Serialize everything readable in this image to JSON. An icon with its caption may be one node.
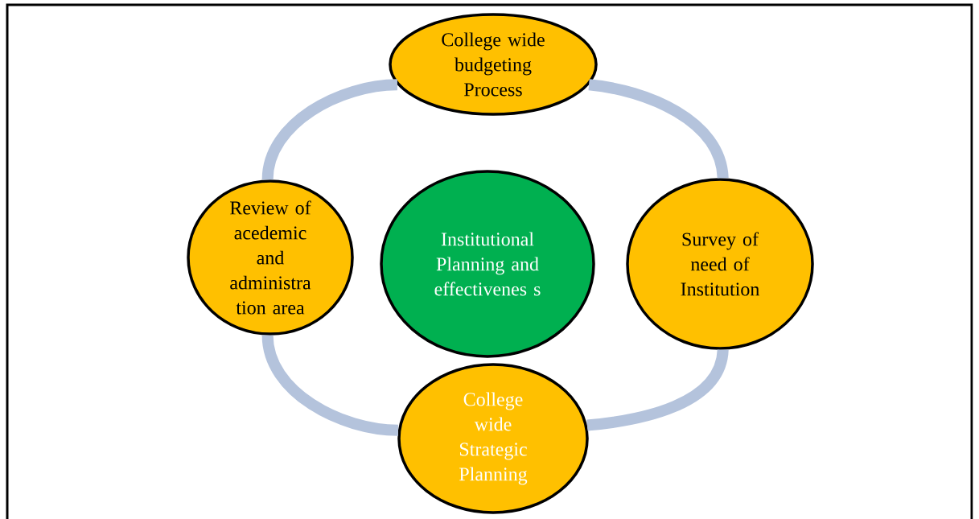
{
  "diagram": {
    "nodes": [
      {
        "text": [
          "College wide budgeting Process"
        ]
      },
      {
        "text": [
          "Review of acedemic and administra tion area"
        ]
      },
      {
        "text": [
          "Institutional Planning and effectivenes s"
        ]
      },
      {
        "text": [
          "Survey of need of Institution"
        ]
      },
      {
        "text": [
          "College wide Strategic Planning"
        ]
      }
    ],
    "edges": [
      {
        "from": 0,
        "to": 3,
        "arrow": "none"
      },
      {
        "from": 3,
        "to": 4,
        "arrow": "none"
      },
      {
        "from": 4,
        "to": 1,
        "arrow": "none"
      },
      {
        "from": 1,
        "to": 0,
        "arrow": "none"
      }
    ]
  }
}
